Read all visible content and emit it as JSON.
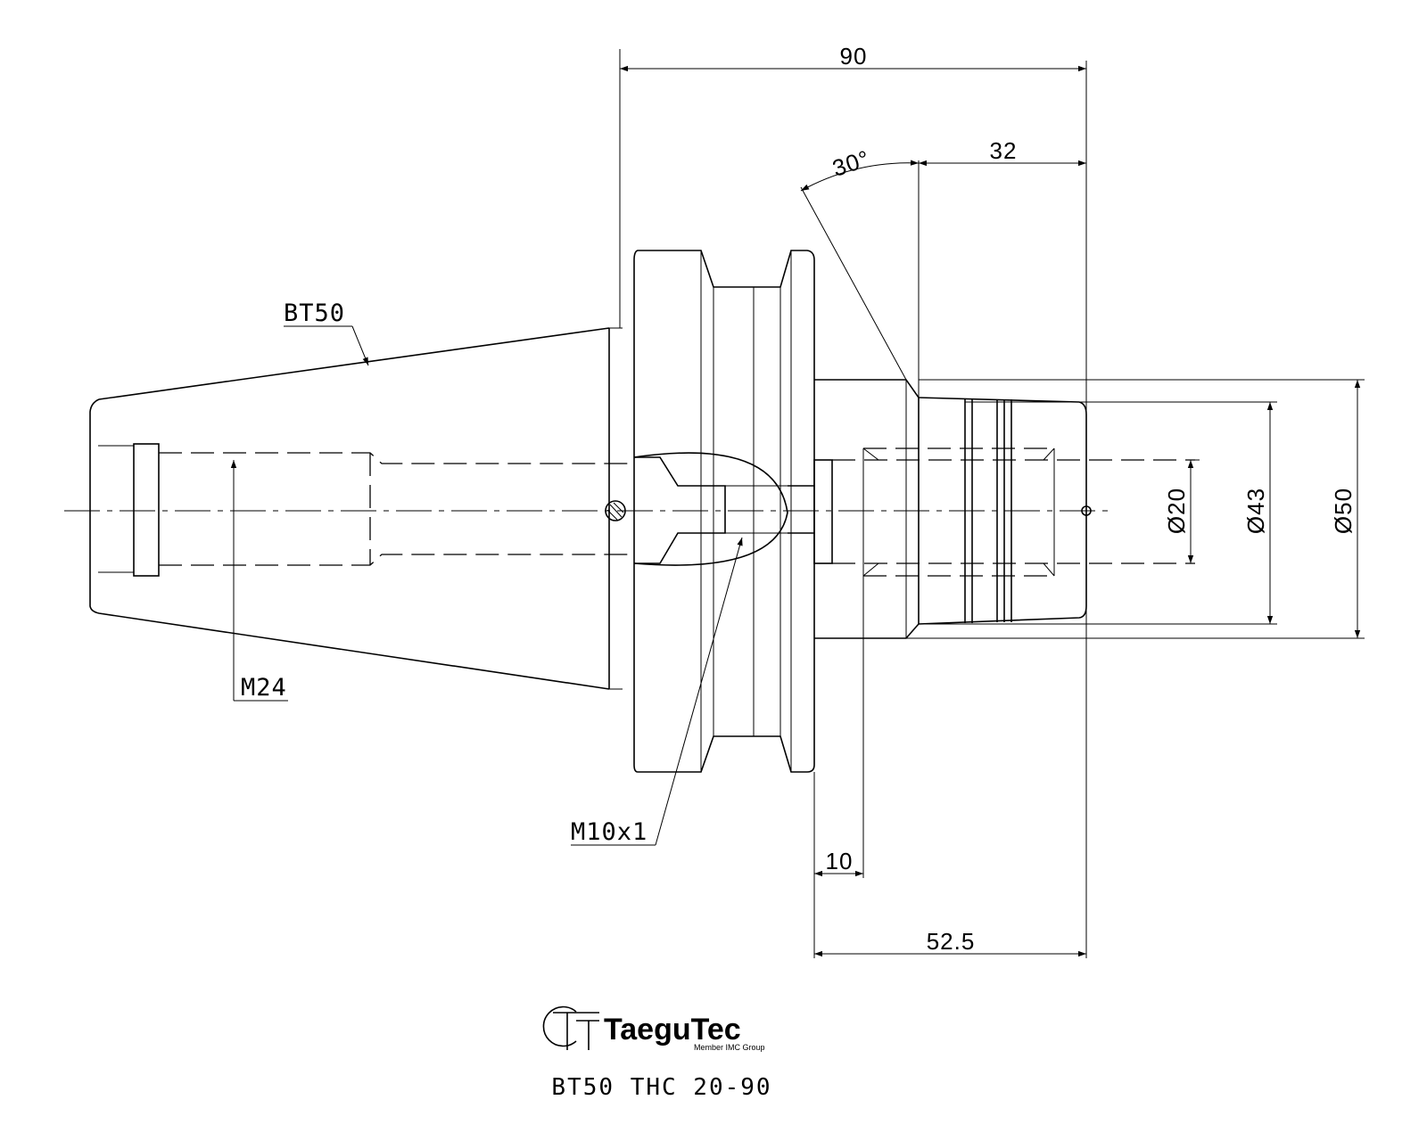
{
  "dimensions": {
    "overall_length": "90",
    "body_length": "32",
    "chamfer_angle": "30°",
    "flange_offset": "10",
    "gauge_to_nose": "52.5",
    "bore_diameter": "Ø20",
    "nose_diameter": "Ø43",
    "body_diameter": "Ø50"
  },
  "callouts": {
    "taper": "BT50",
    "retention_thread": "M24",
    "coolant_thread": "M10x1"
  },
  "logo": {
    "brand": "TaeguTec",
    "tagline": "Member IMC Group"
  },
  "model_code": "BT50 THC 20-90",
  "colors": {
    "line": "#000000",
    "background": "#ffffff"
  }
}
